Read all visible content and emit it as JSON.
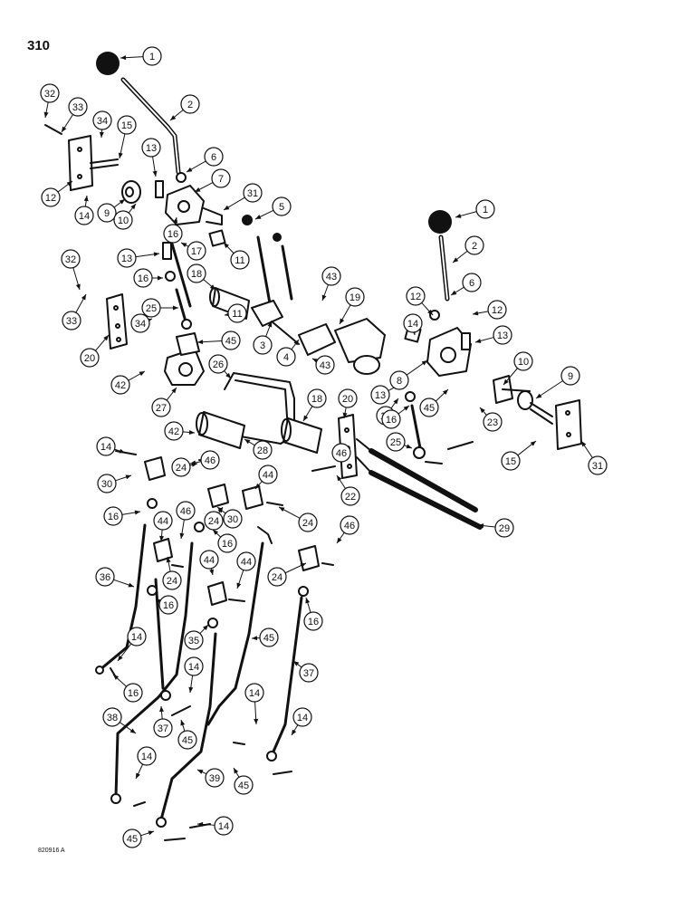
{
  "page": {
    "number": "310",
    "figure_code": "820916 A"
  },
  "colors": {
    "ink": "#111111",
    "paper": "#ffffff"
  },
  "callouts": [
    "1",
    "2",
    "32",
    "33",
    "34",
    "15",
    "13",
    "6",
    "7",
    "12",
    "31",
    "14",
    "9",
    "10",
    "16",
    "5",
    "1",
    "2",
    "11",
    "13",
    "17",
    "32",
    "16",
    "18",
    "43",
    "19",
    "12",
    "6",
    "12",
    "33",
    "25",
    "14",
    "11",
    "13",
    "20",
    "34",
    "45",
    "3",
    "4",
    "43",
    "16",
    "10",
    "9",
    "42",
    "26",
    "8",
    "20",
    "13",
    "45",
    "27",
    "18",
    "16",
    "23",
    "42",
    "28",
    "25",
    "14",
    "24",
    "46",
    "15",
    "31",
    "30",
    "24",
    "44",
    "46",
    "22",
    "16",
    "30",
    "24",
    "16",
    "29",
    "46",
    "44",
    "46",
    "44",
    "36",
    "24",
    "24",
    "44",
    "16",
    "16",
    "14",
    "35",
    "45",
    "16",
    "14",
    "37",
    "37",
    "38",
    "45",
    "14",
    "14",
    "45",
    "14",
    "39",
    "45",
    "14"
  ]
}
